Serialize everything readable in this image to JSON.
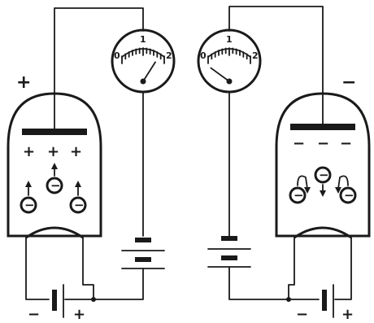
{
  "left_tube": {
    "polarity": "+",
    "plate_charges": [
      "+",
      "+",
      "+"
    ],
    "electron_symbol": "−"
  },
  "right_tube": {
    "polarity": "−",
    "plate_charges": [
      "−",
      "−",
      "−"
    ],
    "electron_symbol": "−"
  },
  "left_meter": {
    "scale": [
      "0",
      "1",
      "2"
    ],
    "needle_value": 1.6
  },
  "right_meter": {
    "scale": [
      "0",
      "1",
      "2"
    ],
    "needle_value": 0
  },
  "left_filament_battery": {
    "neg": "−",
    "pos": "+"
  },
  "right_filament_battery": {
    "neg": "−",
    "pos": "+"
  },
  "colors": {
    "ink": "#1a1a1a",
    "paper": "#ffffff"
  }
}
